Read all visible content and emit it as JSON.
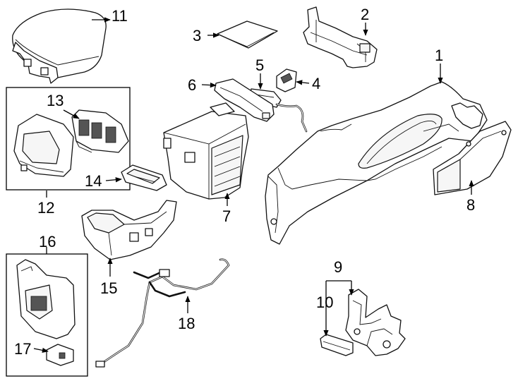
{
  "diagram": {
    "callouts": [
      {
        "id": "c1",
        "text": "1"
      },
      {
        "id": "c2",
        "text": "2"
      },
      {
        "id": "c3",
        "text": "3"
      },
      {
        "id": "c4",
        "text": "4"
      },
      {
        "id": "c5",
        "text": "5"
      },
      {
        "id": "c6",
        "text": "6"
      },
      {
        "id": "c7",
        "text": "7"
      },
      {
        "id": "c8",
        "text": "8"
      },
      {
        "id": "c9",
        "text": "9"
      },
      {
        "id": "c10",
        "text": "10"
      },
      {
        "id": "c11",
        "text": "11"
      },
      {
        "id": "c12",
        "text": "12"
      },
      {
        "id": "c13",
        "text": "13"
      },
      {
        "id": "c14",
        "text": "14"
      },
      {
        "id": "c15",
        "text": "15"
      },
      {
        "id": "c16",
        "text": "16"
      },
      {
        "id": "c17",
        "text": "17"
      },
      {
        "id": "c18",
        "text": "18"
      }
    ]
  }
}
